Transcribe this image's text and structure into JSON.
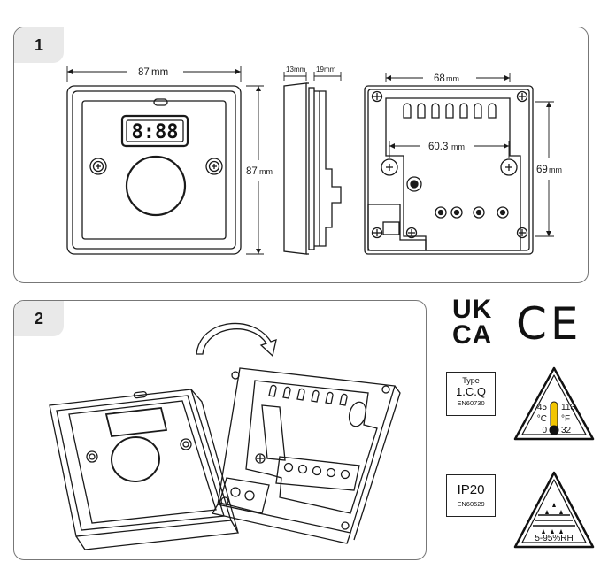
{
  "panel1": {
    "number": "1",
    "front": {
      "width_value": "87",
      "height_value": "87",
      "unit": "mm",
      "display": "8:88"
    },
    "side": {
      "depth_a_value": "13",
      "depth_b_value": "19",
      "unit": "mm"
    },
    "back": {
      "width_value": "68",
      "inner_value": "60.3",
      "height_value": "69",
      "unit": "mm"
    }
  },
  "panel2": {
    "number": "2"
  },
  "certifications": {
    "ukca_top": "UK",
    "ukca_bottom": "CA",
    "ce": "CE",
    "type_box": {
      "line1": "Type",
      "line2": "1.C.Q",
      "line3": "EN60730"
    },
    "temperature": {
      "c_max": "45",
      "c_unit": "°C",
      "c_min": "0",
      "f_max": "113",
      "f_unit": "°F",
      "f_min": "32"
    },
    "ip_box": {
      "line1": "IP20",
      "line2": "EN60529"
    },
    "humidity": {
      "label": "5-95%RH"
    }
  },
  "colors": {
    "line": "#1a1a1a",
    "panel_border": "#777777",
    "badge_bg": "#e9e9e9",
    "thermo_fill": "#f2c500"
  }
}
